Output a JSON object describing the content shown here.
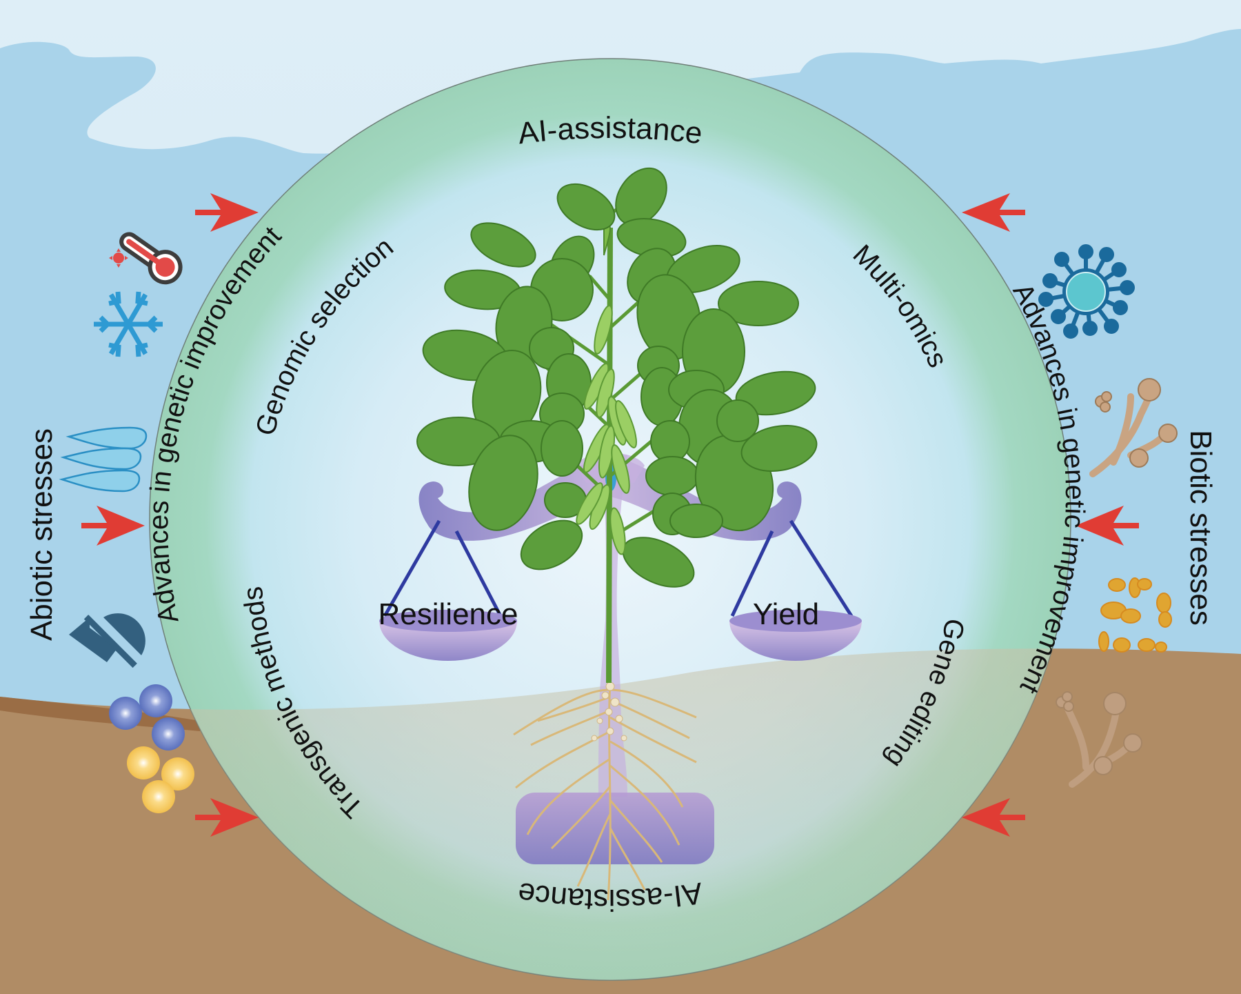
{
  "figure": {
    "center_labels": {
      "top": "AI-assistance",
      "bottom": "AI-assistance"
    },
    "ring_labels": {
      "left": "Advances in genetic improvement",
      "right": "Advances in genetic improvement"
    },
    "inner_labels": {
      "upper_left": "Genomic selection",
      "upper_right": "Multi-omics",
      "lower_left": "Transgenic methods",
      "lower_right": "Gene editing"
    },
    "scale": {
      "left_pan": "Resilience",
      "right_pan": "Yield"
    },
    "side_labels": {
      "left": "Abiotic stresses",
      "right": "Biotic stresses"
    },
    "abiotic_icons": [
      "heat-thermometer-icon",
      "cold-snowflake-icon",
      "drought-water-drops-icon",
      "low-light-sun-blocked-icon",
      "nutrient-spheres-icon"
    ],
    "biotic_icons": [
      "virus-icon",
      "fungus-icon",
      "rust-lesions-icon",
      "soil-fungus-icon"
    ],
    "colors": {
      "sky_light": "#d6eaf5",
      "sky": "#a9d4ea",
      "ring_green": "#9dd4bb",
      "soil": "#b08c65",
      "soil_dark": "#9a6d45",
      "arrow_red": "#e03c34",
      "scale_purple": "#8b80c4",
      "leaf_green": "#5c9e3c"
    }
  }
}
